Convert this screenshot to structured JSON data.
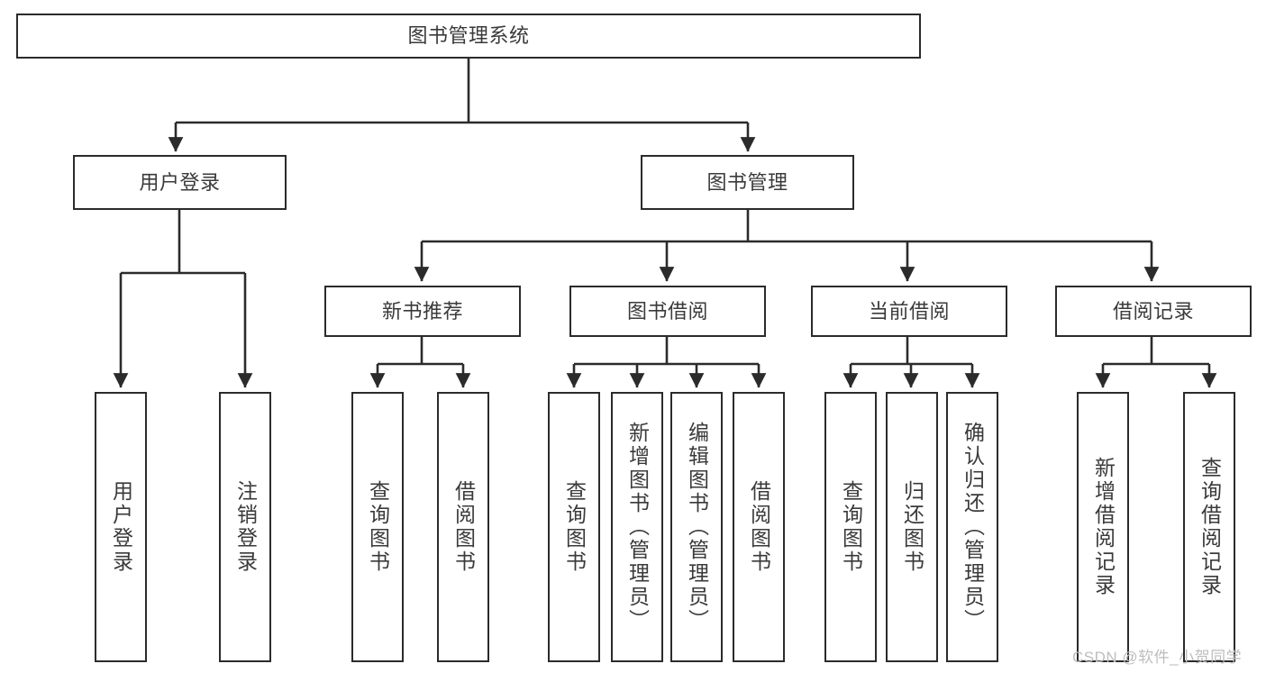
{
  "diagram": {
    "type": "tree",
    "title": "图书管理系统",
    "watermark": "CSDN @软件_小贺同学",
    "root": {
      "label": "图书管理系统"
    },
    "level2": [
      {
        "label": "用户登录"
      },
      {
        "label": "图书管理"
      }
    ],
    "level3": [
      {
        "label": "新书推荐"
      },
      {
        "label": "图书借阅"
      },
      {
        "label": "当前借阅"
      },
      {
        "label": "借阅记录"
      }
    ],
    "leaves": {
      "user_login": [
        {
          "label": "用户登录"
        },
        {
          "label": "注销登录"
        }
      ],
      "new_book": [
        {
          "label": "查询图书"
        },
        {
          "label": "借阅图书"
        }
      ],
      "borrow_book": [
        {
          "label": "查询图书"
        },
        {
          "label": "新增图书（管理员）"
        },
        {
          "label": "编辑图书（管理员）"
        },
        {
          "label": "借阅图书"
        }
      ],
      "current_borrow": [
        {
          "label": "查询图书"
        },
        {
          "label": "归还图书"
        },
        {
          "label": "确认归还（管理员）"
        }
      ],
      "borrow_record": [
        {
          "label": "新增借阅记录"
        },
        {
          "label": "查询借阅记录"
        }
      ]
    },
    "colors": {
      "stroke": "#2b2b2b",
      "text": "#3a3a3a",
      "background": "#ffffff",
      "watermark": "#bdbdbd"
    }
  }
}
